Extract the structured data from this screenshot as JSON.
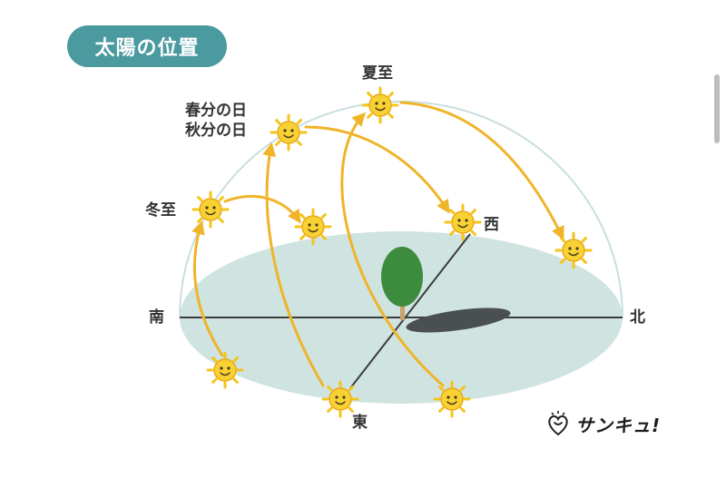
{
  "title": "太陽の位置",
  "labels": {
    "summer_solstice": "夏至",
    "spring_equinox": "春分の日",
    "autumn_equinox": "秋分の日",
    "winter_solstice": "冬至",
    "west": "西",
    "south": "南",
    "north": "北",
    "east": "東"
  },
  "brand": "サンキュ!",
  "colors": {
    "title_bg": "#4b9aa0",
    "ground": "#cfe3e1",
    "arc": "#f0b429",
    "sun": "#f5c518",
    "tree": "#3d8b3d",
    "shadow": "#4a4f4f"
  },
  "icons": [
    "sun-icon",
    "tree-icon",
    "brand-logo-icon"
  ]
}
